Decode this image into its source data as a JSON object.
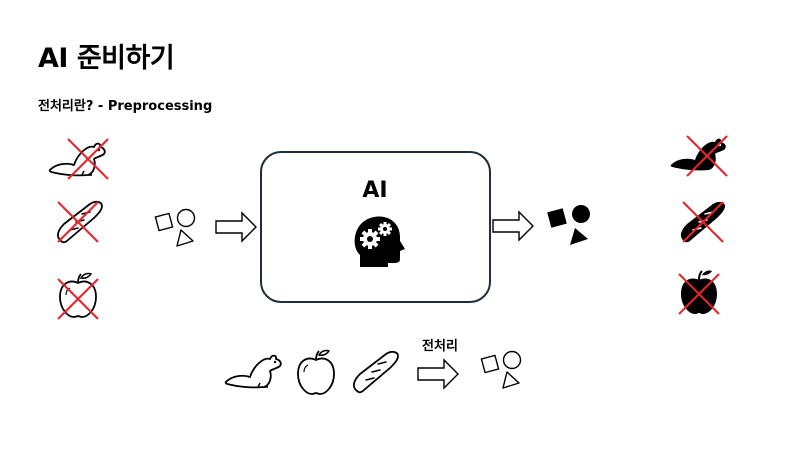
{
  "slide": {
    "title": "AI 준비하기",
    "subtitle": "전처리란? - Preprocessing"
  },
  "diagram": {
    "ai_box_label": "AI",
    "preprocess_label": "전처리"
  },
  "colors": {
    "outline": "#000000",
    "box_border": "#1f2d3a",
    "cross": "#e8242a"
  },
  "icons": {
    "inputs": [
      "beaver-icon",
      "baguette-icon",
      "apple-icon"
    ],
    "outputs": [
      "beaver-icon",
      "baguette-icon",
      "apple-icon"
    ],
    "shapes": "square-circle-triangle-icon",
    "brain": "head-gears-icon"
  }
}
